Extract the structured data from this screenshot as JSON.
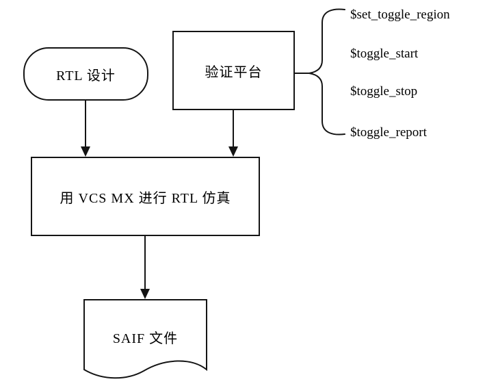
{
  "diagram": {
    "title_hint": "VCS MX RTL simulation SAIF flow",
    "colors": {
      "background": "#ffffff",
      "stroke": "#141414",
      "text": "#000000"
    },
    "nodes": {
      "rtl_design": {
        "label": "RTL 设计",
        "shape": "stadium"
      },
      "verification_platform": {
        "label": "验证平台",
        "shape": "rectangle"
      },
      "vcs_rtl_simulation": {
        "label": "用 VCS MX 进行 RTL 仿真",
        "shape": "rectangle"
      },
      "saif_file": {
        "label": "SAIF 文件",
        "shape": "document"
      }
    },
    "edges": [
      {
        "from": "rtl_design",
        "to": "vcs_rtl_simulation",
        "style": "arrow-down"
      },
      {
        "from": "verification_platform",
        "to": "vcs_rtl_simulation",
        "style": "arrow-down"
      },
      {
        "from": "vcs_rtl_simulation",
        "to": "saif_file",
        "style": "arrow-down"
      }
    ],
    "brace_annotation": {
      "attached_to": "verification_platform",
      "items": [
        {
          "label": "$set_toggle_region"
        },
        {
          "label": "$toggle_start"
        },
        {
          "label": "$toggle_stop"
        },
        {
          "label": "$toggle_report"
        }
      ]
    }
  }
}
